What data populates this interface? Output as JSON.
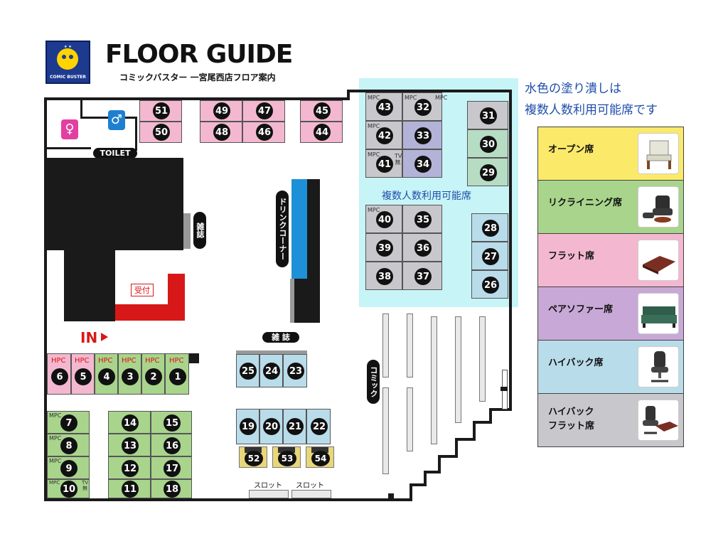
{
  "header": {
    "logo_text": "COMIC BUSTER",
    "title": "FLOOR GUIDE",
    "subtitle": "コミックバスター 一宮尾西店フロア案内"
  },
  "note": {
    "line1": "水色の塗り潰しは",
    "line2": "複数人数利用可能席です"
  },
  "labels": {
    "toilet": "TOILET",
    "zasshi_v": "雑誌",
    "drink_corner": "ドリンクコーナー",
    "uketsuke": "受付",
    "in": "IN",
    "zasshi_h": "雑 誌",
    "comic": "コミック",
    "multi": "複数人数利用可能席",
    "slot": "スロット",
    "hpc": "HPC",
    "mpc": "MPC",
    "tv": "TV無"
  },
  "seats": {
    "s1": "1",
    "s2": "2",
    "s3": "3",
    "s4": "4",
    "s5": "5",
    "s6": "6",
    "s7": "7",
    "s8": "8",
    "s9": "9",
    "s10": "10",
    "s11": "11",
    "s12": "12",
    "s13": "13",
    "s14": "14",
    "s15": "15",
    "s16": "16",
    "s17": "17",
    "s18": "18",
    "s19": "19",
    "s20": "20",
    "s21": "21",
    "s22": "22",
    "s23": "23",
    "s24": "24",
    "s25": "25",
    "s26": "26",
    "s27": "27",
    "s28": "28",
    "s29": "29",
    "s30": "30",
    "s31": "31",
    "s32": "32",
    "s33": "33",
    "s34": "34",
    "s35": "35",
    "s36": "36",
    "s37": "37",
    "s38": "38",
    "s39": "39",
    "s40": "40",
    "s41": "41",
    "s42": "42",
    "s43": "43",
    "s44": "44",
    "s45": "45",
    "s46": "46",
    "s47": "47",
    "s48": "48",
    "s49": "49",
    "s50": "50",
    "s51": "51",
    "s52": "52",
    "s53": "53",
    "s54": "54"
  },
  "legend": [
    {
      "label": "オープン席",
      "color": "#fbe96a"
    },
    {
      "label": "リクライニング席",
      "color": "#a8d48c"
    },
    {
      "label": "フラット席",
      "color": "#f3b8cf"
    },
    {
      "label": "ペアソファー席",
      "color": "#c8a8d6"
    },
    {
      "label": "ハイバック席",
      "color": "#b9dcea"
    },
    {
      "label_1": "ハイバック",
      "label_2": "フラット席",
      "color": "#c8c8cc"
    }
  ],
  "colors": {
    "highlight": "#c7f4f7",
    "reception": "#d81818",
    "drink": "#1e90d8",
    "note_text": "#1f4ea8",
    "hpc_text": "#dd1111"
  }
}
